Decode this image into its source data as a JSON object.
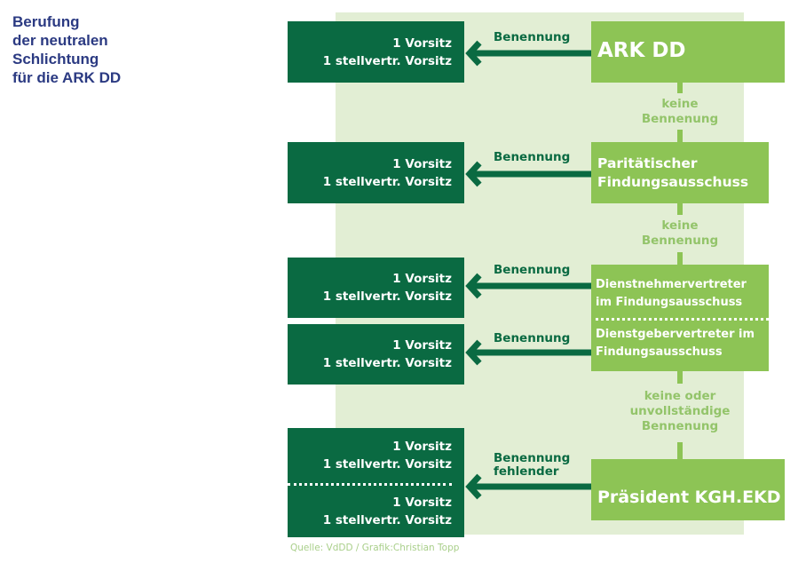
{
  "title": [
    "Berufung",
    "der neutralen",
    "Schlichtung",
    "für die ARK DD"
  ],
  "colors": {
    "dark": "#0a6a42",
    "light": "#8dc455",
    "background": "#e2eed4",
    "title": "#2b3a82"
  },
  "targets": {
    "line1": "1 Vorsitz",
    "line2": "1 stellvertr. Vorsitz"
  },
  "sources": {
    "ark": "ARK DD",
    "paritaet": [
      "Paritätischer",
      "Findungsausschuss"
    ],
    "dn": [
      "Dienstnehmervertreter",
      "im Findungsausschuss"
    ],
    "dg": [
      "Dienstgebervertreter im",
      "Findungsausschuss"
    ],
    "praesident": "Präsident KGH.EKD"
  },
  "arrow_label": "Benennung",
  "arrow_label_last": [
    "Benennung",
    "fehlender"
  ],
  "connectors": {
    "keine": [
      "keine",
      "Bennenung"
    ],
    "keine_oder": [
      "keine oder",
      "unvollständige",
      "Bennenung"
    ]
  },
  "source_note": "Quelle: VdDD / Grafik:Christian Topp"
}
